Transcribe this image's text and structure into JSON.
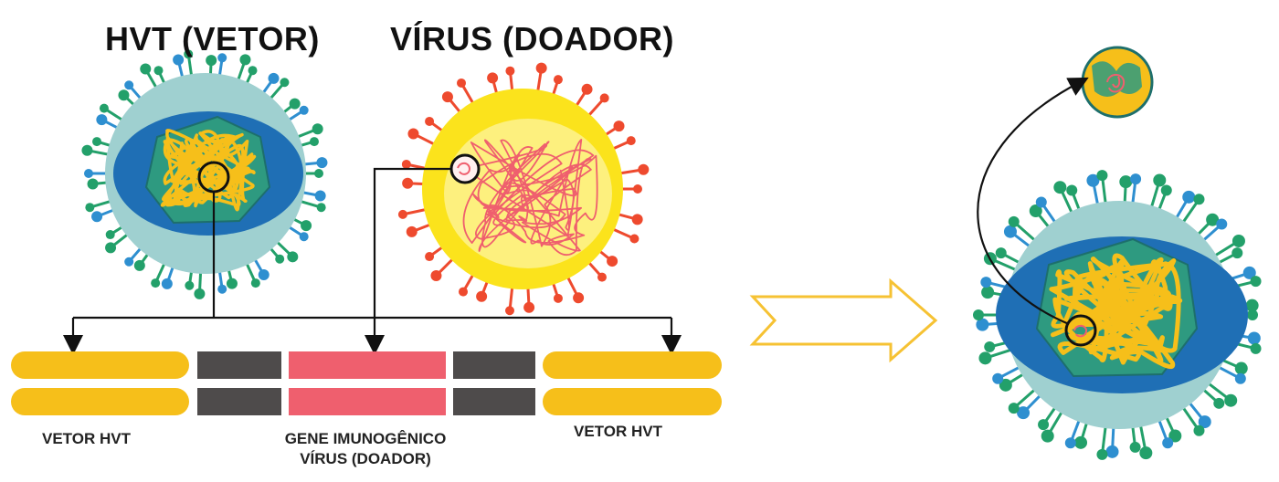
{
  "titles": {
    "vector": "HVT (VETOR)",
    "donor": "VÍRUS (DOADOR)"
  },
  "labels": {
    "vector_left": "VETOR HVT",
    "gene_line1": "GENE IMUNOGÊNICO",
    "gene_line2": "VÍRUS (DOADOR)",
    "vector_right": "VETOR HVT"
  },
  "colors": {
    "hvt_outer": "#9fd0d0",
    "hvt_mid": "#1f6fb5",
    "hvt_core": "#2e9a80",
    "genome_yellow": "#f6bf1a",
    "spike_green": "#23a06a",
    "spike_blue": "#2e8fd0",
    "donor_body": "#fbe31c",
    "donor_inner": "#fdf07e",
    "donor_spike": "#ee4a2e",
    "gene_pink": "#ef5f6e",
    "spacer_gray": "#4e4b4b",
    "arrow_outline": "#f6c233"
  }
}
